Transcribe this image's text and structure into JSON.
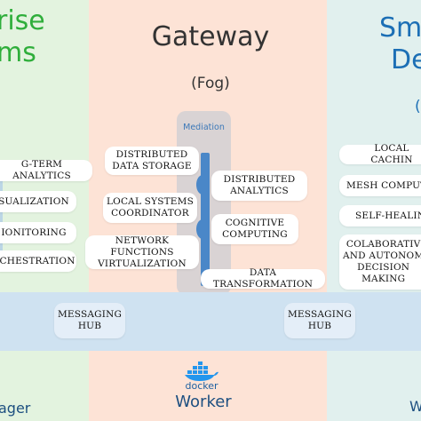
{
  "columns": {
    "left": {
      "title_line1": "rise",
      "title_line2": "ms",
      "footer": "ager"
    },
    "middle": {
      "title": "Gateway",
      "subtitle": "(Fog)",
      "footer_logo_text": "docker",
      "footer": "Worker"
    },
    "right": {
      "title_line1": "Sma",
      "title_line2": "De",
      "title_line3": "(",
      "footer": "W"
    }
  },
  "mediation": {
    "label": "Mediation"
  },
  "left_boxes": [
    "G-TERM ANALYTICS",
    "SUALIZATION",
    "IONITORING",
    "RCHESTRATION"
  ],
  "middle_left_boxes": [
    "DISTRIBUTED\nDATA STORAGE",
    "LOCAL SYSTEMS\nCOORDINATOR",
    "NETWORK FUNCTIONS\nVIRTUALIZATION"
  ],
  "middle_right_boxes": [
    "DISTRIBUTED\nANALYTICS",
    "COGNITIVE\nCOMPUTING",
    "DATA TRANSFORMATION"
  ],
  "right_boxes": [
    "LOCAL CACHIN",
    "MESH COMPUT",
    "SELF-HEALIN",
    "COLABORATIV\nAND AUTONOM\nDECISION\nMAKING"
  ],
  "hubs": [
    "MESSAGING\nHUB",
    "MESSAGING\nHUB"
  ],
  "colors": {
    "green_title": "#2fae3b",
    "blue_title": "#1c6fb5",
    "gateway_title": "#333333",
    "docker_blue": "#2496ed"
  }
}
